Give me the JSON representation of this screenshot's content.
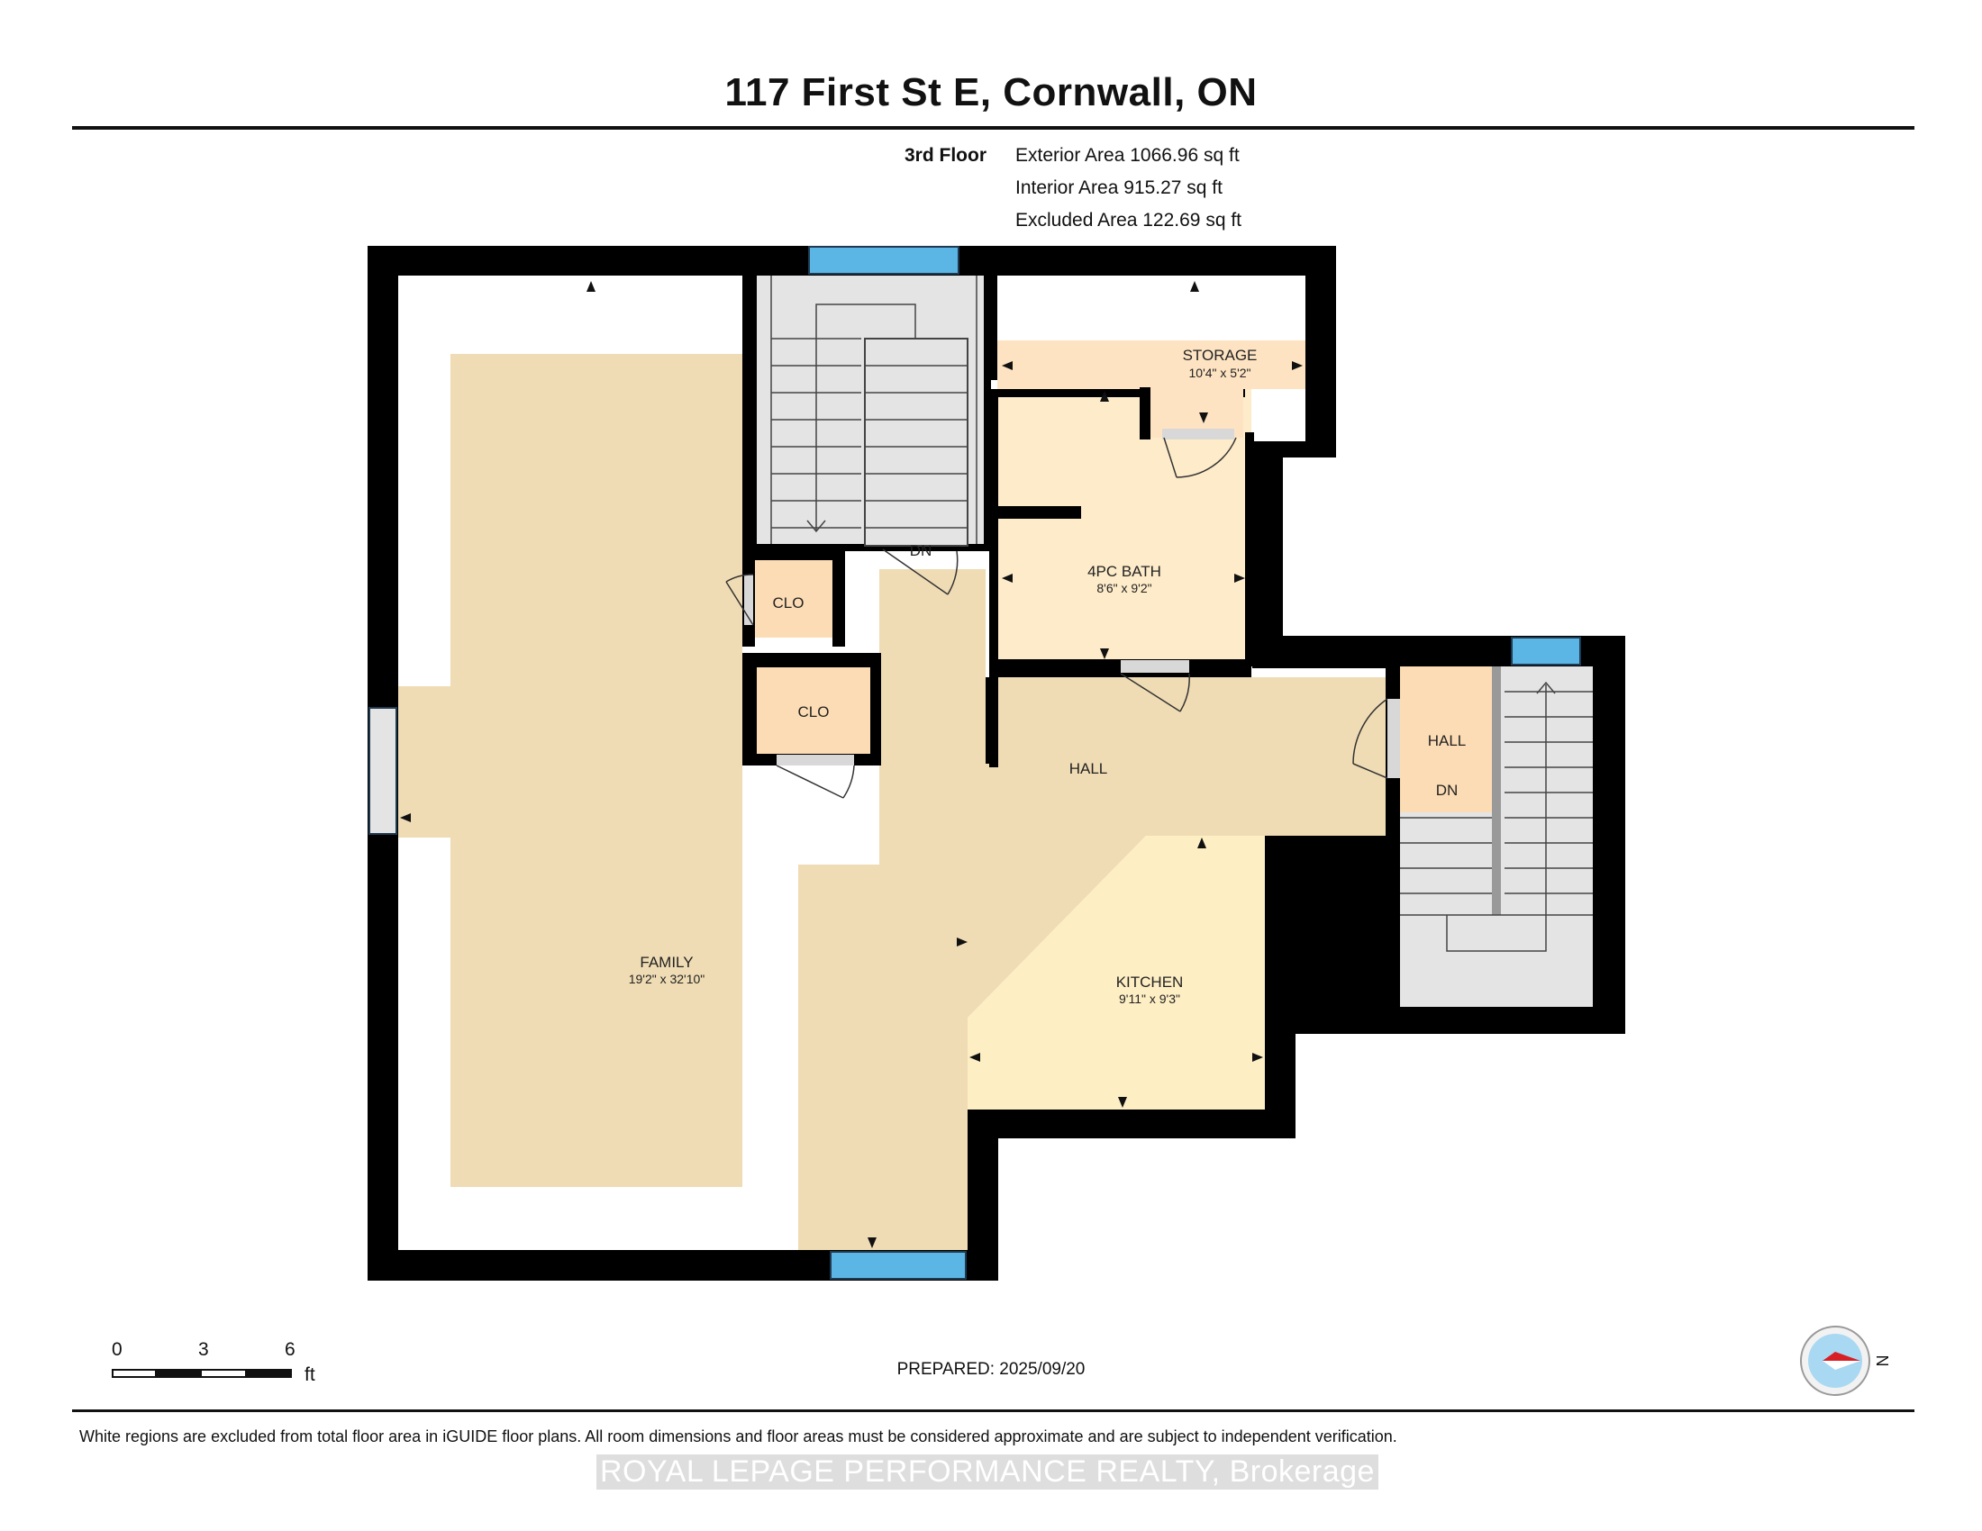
{
  "header": {
    "title": "117 First St E, Cornwall, ON"
  },
  "areas": {
    "floor_label": "3rd Floor",
    "exterior": "Exterior Area 1066.96 sq ft",
    "interior": "Interior Area 915.27 sq ft",
    "excluded": "Excluded Area 122.69 sq ft"
  },
  "rooms": {
    "storage": {
      "name": "STORAGE",
      "dims": "10'4\" x 5'2\""
    },
    "bath": {
      "name": "4PC BATH",
      "dims": "8'6\" x 9'2\""
    },
    "clo1": {
      "name": "CLO"
    },
    "clo2": {
      "name": "CLO"
    },
    "hall_main": {
      "name": "HALL"
    },
    "hall_side": {
      "name": "HALL"
    },
    "family": {
      "name": "FAMILY",
      "dims": "19'2\" x 32'10\""
    },
    "kitchen": {
      "name": "KITCHEN",
      "dims": "9'11\" x 9'3\""
    },
    "stair_dn_1": "DN",
    "stair_dn_2": "DN"
  },
  "scale_bar": {
    "ticks": [
      "0",
      "3",
      "6"
    ],
    "unit": "ft"
  },
  "compass": {
    "letter": "N"
  },
  "footer": {
    "prepared": "PREPARED: 2025/09/20",
    "disclaimer": "White regions are excluded from total floor area in iGUIDE floor plans. All room dimensions and floor areas must be considered approximate and are subject to independent verification.",
    "watermark": "ROYAL LEPAGE PERFORMANCE REALTY, Brokerage"
  },
  "colors": {
    "wall": "#000000",
    "family": "#efdcb4",
    "hall": "#efdcb4",
    "bath": "#fdebc9",
    "storage": "#fde3c2",
    "closet": "#fcdcb4",
    "kitchen": "#fdeec4",
    "stairs": "#e4e4e4",
    "window": "#5bb5e5"
  }
}
